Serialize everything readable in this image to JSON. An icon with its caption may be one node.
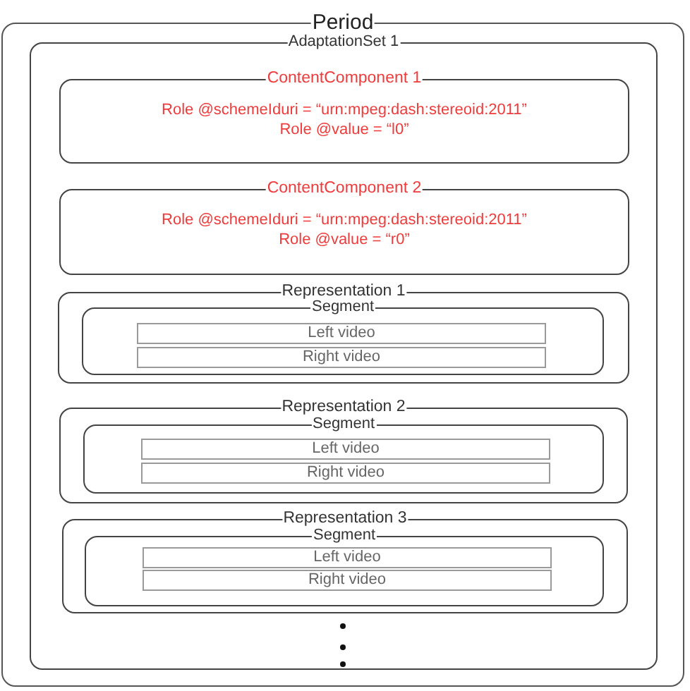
{
  "diagram": {
    "nodes": [
      {
        "text": [
          "Period"
        ]
      },
      {
        "text": [
          "AdaptationSet 1"
        ],
        "in": 0
      },
      {
        "text": [
          "ContentComponent 1",
          "Role @schemeIduri = “urn:mpeg:dash:stereoid:2011”",
          "Role @value = “l0”"
        ],
        "in": 1
      },
      {
        "text": [
          "ContentComponent 2",
          "Role @schemeIduri = “urn:mpeg:dash:stereoid:2011”",
          "Role @value = “r0”"
        ],
        "in": 1
      },
      {
        "text": [
          "Representation 1"
        ],
        "in": 1
      },
      {
        "text": [
          "Segment"
        ],
        "in": 4
      },
      {
        "text": [
          "Left video"
        ],
        "in": 5
      },
      {
        "text": [
          "Right video"
        ],
        "in": 5
      },
      {
        "text": [
          "Representation 2"
        ],
        "in": 1
      },
      {
        "text": [
          "Segment"
        ],
        "in": 8
      },
      {
        "text": [
          "Left video"
        ],
        "in": 9
      },
      {
        "text": [
          "Right video"
        ],
        "in": 9
      },
      {
        "text": [
          "Representation 3"
        ],
        "in": 1
      },
      {
        "text": [
          "Segment"
        ],
        "in": 12
      },
      {
        "text": [
          "Left video"
        ],
        "in": 13
      },
      {
        "text": [
          "Right video"
        ],
        "in": 13
      }
    ],
    "edges": []
  }
}
